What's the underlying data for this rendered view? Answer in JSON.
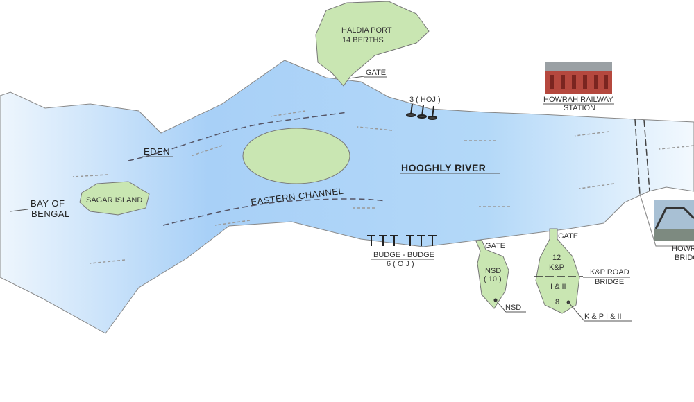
{
  "labels": {
    "haldia_port": "HALDIA PORT",
    "haldia_berths": "14 BERTHS",
    "gate_haldia": "GATE",
    "hoj": "3 ( HOJ )",
    "howrah_station_1": "HOWRAH RAILWAY",
    "howrah_station_2": "STATION",
    "eden": "EDEN",
    "river": "HOOGHLY RIVER",
    "eastern_channel": "EASTERN CHANNEL",
    "sagar_island": "SAGAR ISLAND",
    "bay_1": "BAY OF",
    "bay_2": "BENGAL",
    "budge_budge": "BUDGE - BUDGE",
    "oj": "6 ( O J )",
    "gate_nsd": "GATE",
    "nsd": "NSD",
    "nsd_count": "( 10 )",
    "nsd_point": "NSD",
    "gate_kp": "GATE",
    "kp_count": "12",
    "kp": "K&P",
    "kp_roman": "I & II",
    "kp_lower_count": "8",
    "kp_road_1": "K&P ROAD",
    "kp_road_2": "BRIDGE",
    "kp_point": "K & P  I & II",
    "howrah_bridge_1": "HOWRAH",
    "howrah_bridge_2": "BRIDGE"
  },
  "colors": {
    "water": "#a9d2f7",
    "land": "#c9e6b2"
  }
}
